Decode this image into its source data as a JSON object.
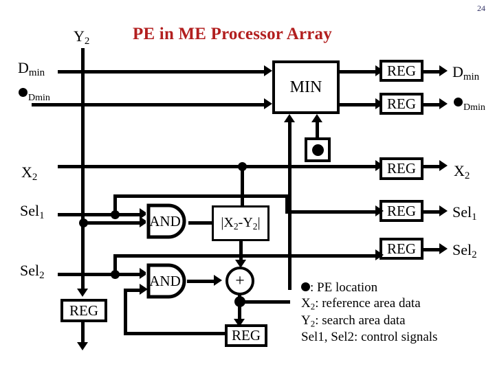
{
  "slide": {
    "number": "24"
  },
  "title": {
    "text": "PE in ME Processor Array"
  },
  "inputs": {
    "y2": {
      "base": "Y",
      "sub": "2"
    },
    "dmin_top": {
      "base": "D",
      "sub": "min"
    },
    "dmin_dot": {
      "label": "Dmin"
    },
    "x2": {
      "base": "X",
      "sub": "2"
    },
    "sel1": {
      "base": "Sel",
      "sub": "1"
    },
    "sel2": {
      "base": "Sel",
      "sub": "2"
    }
  },
  "outputs": {
    "dmin_top": {
      "base": "D",
      "sub": "min"
    },
    "dmin_dot": {
      "label": "Dmin"
    },
    "x2": {
      "base": "X",
      "sub": "2"
    },
    "sel1": {
      "base": "Sel",
      "sub": "1"
    },
    "sel2": {
      "base": "Sel",
      "sub": "2"
    }
  },
  "blocks": {
    "min": {
      "label": "MIN"
    },
    "abs_diff": {
      "label": "|X2-Y2|"
    },
    "and1": {
      "label": "AND"
    },
    "and2": {
      "label": "AND"
    },
    "adder": {
      "label": "+"
    },
    "reg_dmin": {
      "label": "REG"
    },
    "reg_dmin_dot": {
      "label": "REG"
    },
    "reg_x2": {
      "label": "REG"
    },
    "reg_sel1": {
      "label": "REG"
    },
    "reg_sel2": {
      "label": "REG"
    },
    "reg_left": {
      "label": "REG"
    },
    "reg_accum": {
      "label": "REG"
    },
    "pe_marker": {
      "label": "PE location marker"
    }
  },
  "legend": {
    "line1": ": PE location",
    "line2": ": reference area data",
    "line3": ": search area data",
    "line4": "Sel1, Sel2: control signals",
    "l2_key_base": "X",
    "l2_key_sub": "2",
    "l3_key_base": "Y",
    "l3_key_sub": "2"
  },
  "colors": {
    "title": "#b21f1f",
    "slide_number": "#333366",
    "wire": "#000000",
    "background": "#ffffff"
  }
}
